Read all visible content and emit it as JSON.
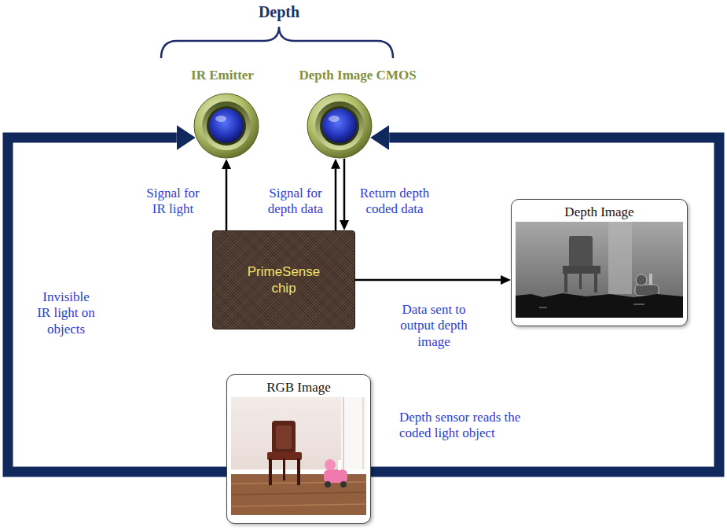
{
  "diagram": {
    "title": "Depth",
    "nodes": [
      {
        "text": [
          "IR Emitter"
        ]
      },
      {
        "text": [
          "Depth Image CMOS"
        ]
      },
      {
        "text": [
          "PrimeSense chip"
        ]
      },
      {
        "text": [
          "Depth Image"
        ]
      },
      {
        "text": [
          "RGB Image"
        ]
      }
    ],
    "edges": [
      {
        "from": 2,
        "to": 0,
        "label": "Signal for IR light",
        "arrow": "to"
      },
      {
        "from": 2,
        "to": 1,
        "label": "Signal for depth data",
        "arrow": "to"
      },
      {
        "from": 1,
        "to": 2,
        "label": "Return depth coded data",
        "arrow": "to"
      },
      {
        "from": 2,
        "to": 3,
        "label": "Data sent to output depth image",
        "arrow": "to"
      },
      {
        "from": 4,
        "to": 0,
        "label": "Invisible IR light on objects",
        "arrow": "to"
      },
      {
        "from": 4,
        "to": 1,
        "label": "Depth sensor reads the coded light object",
        "arrow": "to"
      }
    ]
  }
}
